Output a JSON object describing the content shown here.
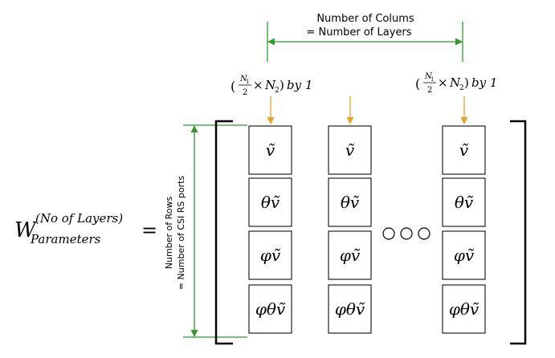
{
  "colors": {
    "green": "#2e9a2e",
    "orange": "#f0a020",
    "box_stroke": "#222222",
    "text": "#000000"
  },
  "header": {
    "line1": "Number of Colums",
    "line2": "= Number of Layers"
  },
  "side": {
    "line1": "Number of Rows",
    "line2": "= Number of CSI RS ports"
  },
  "column_formula": {
    "n": "N",
    "sub1": "1",
    "den": "2",
    "times": "×",
    "n2": "N",
    "sub2": "2",
    "suffix": "by 1"
  },
  "lhs": {
    "symbol": "W",
    "superscript": "(No of Layers)",
    "subscript": "Parameters",
    "equals": "="
  },
  "cells": [
    "ṽ",
    "θṽ",
    "φṽ",
    "φθṽ"
  ]
}
